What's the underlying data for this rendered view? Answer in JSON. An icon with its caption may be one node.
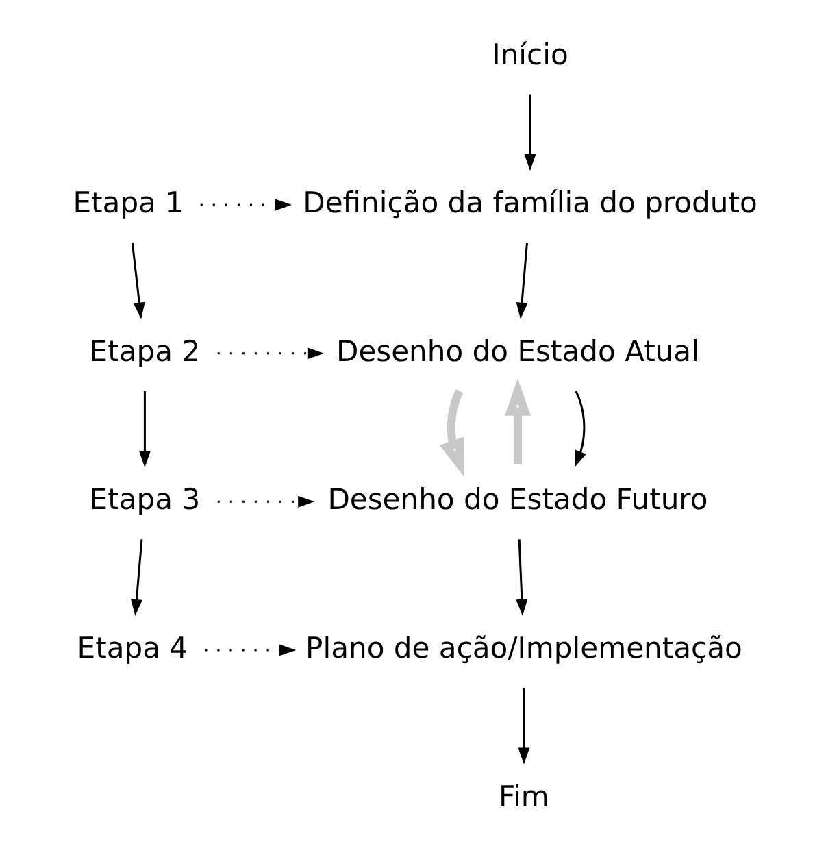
{
  "diagram": {
    "nodes": [
      {
        "text": [
          "Início"
        ]
      },
      {
        "text": [
          "Etapa 1"
        ]
      },
      {
        "text": [
          "Definição da família do produto"
        ]
      },
      {
        "text": [
          "Etapa 2"
        ]
      },
      {
        "text": [
          "Desenho do Estado Atual"
        ]
      },
      {
        "text": [
          "Etapa 3"
        ]
      },
      {
        "text": [
          "Desenho do Estado Futuro"
        ]
      },
      {
        "text": [
          "Etapa 4"
        ]
      },
      {
        "text": [
          "Plano de ação/Implementação"
        ]
      },
      {
        "text": [
          "Fim"
        ]
      }
    ],
    "edges": [
      {
        "from": 0,
        "to": 2,
        "arrow": "to"
      },
      {
        "from": 1,
        "to": 2,
        "arrow": "to",
        "style": "dashed"
      },
      {
        "from": 1,
        "to": 3,
        "arrow": "to"
      },
      {
        "from": 2,
        "to": 4,
        "arrow": "to"
      },
      {
        "from": 3,
        "to": 4,
        "arrow": "to",
        "style": "dashed"
      },
      {
        "from": 4,
        "to": 6,
        "arrow": "to",
        "style": "thick",
        "color": "#c8c8c8"
      },
      {
        "from": 6,
        "to": 4,
        "arrow": "to",
        "style": "thick",
        "color": "#c8c8c8"
      },
      {
        "from": 3,
        "to": 5,
        "arrow": "to"
      },
      {
        "from": 4,
        "to": 6,
        "arrow": "to"
      },
      {
        "from": 5,
        "to": 6,
        "arrow": "to",
        "style": "dashed"
      },
      {
        "from": 5,
        "to": 7,
        "arrow": "to"
      },
      {
        "from": 6,
        "to": 8,
        "arrow": "to"
      },
      {
        "from": 7,
        "to": 8,
        "arrow": "to",
        "style": "dashed"
      },
      {
        "from": 8,
        "to": 9,
        "arrow": "to"
      }
    ]
  }
}
